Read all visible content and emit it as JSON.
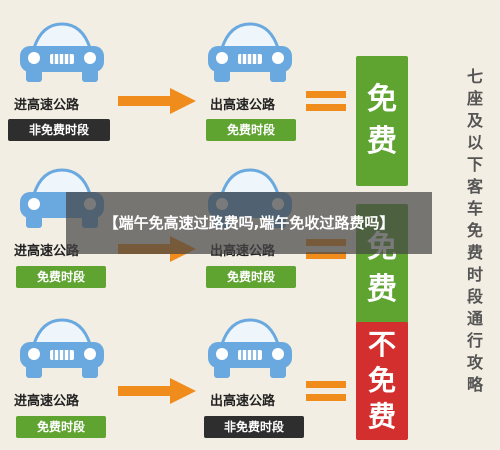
{
  "rows": [
    {
      "entry_label": "进高速公路",
      "entry_badge": "非免费时段",
      "exit_label": "出高速公路",
      "exit_badge": "免费时段",
      "result_chars": [
        "免",
        "费"
      ]
    },
    {
      "entry_label": "进高速公路",
      "entry_badge": "免费时段",
      "exit_label": "出高速公路",
      "exit_badge": "免费时段",
      "result_chars": [
        "免",
        "费"
      ]
    },
    {
      "entry_label": "进高速公路",
      "entry_badge": "免费时段",
      "exit_label": "出高速公路",
      "exit_badge": "非免费时段",
      "result_chars": [
        "不",
        "免",
        "费"
      ]
    }
  ],
  "sidebar_chars": [
    "七",
    "座",
    "及",
    "以",
    "下",
    "客",
    "车",
    "免",
    "费",
    "时",
    "段",
    "通",
    "行",
    "攻",
    "略"
  ],
  "banner_text": "【端午免高速过路费吗,端午免收过路费吗】",
  "colors": {
    "background": "#f3eee3",
    "green": "#5fa331",
    "red": "#d32f2f",
    "dark": "#2e2e2e",
    "orange": "#f08c1c",
    "car_blue": "#6aa9df"
  }
}
